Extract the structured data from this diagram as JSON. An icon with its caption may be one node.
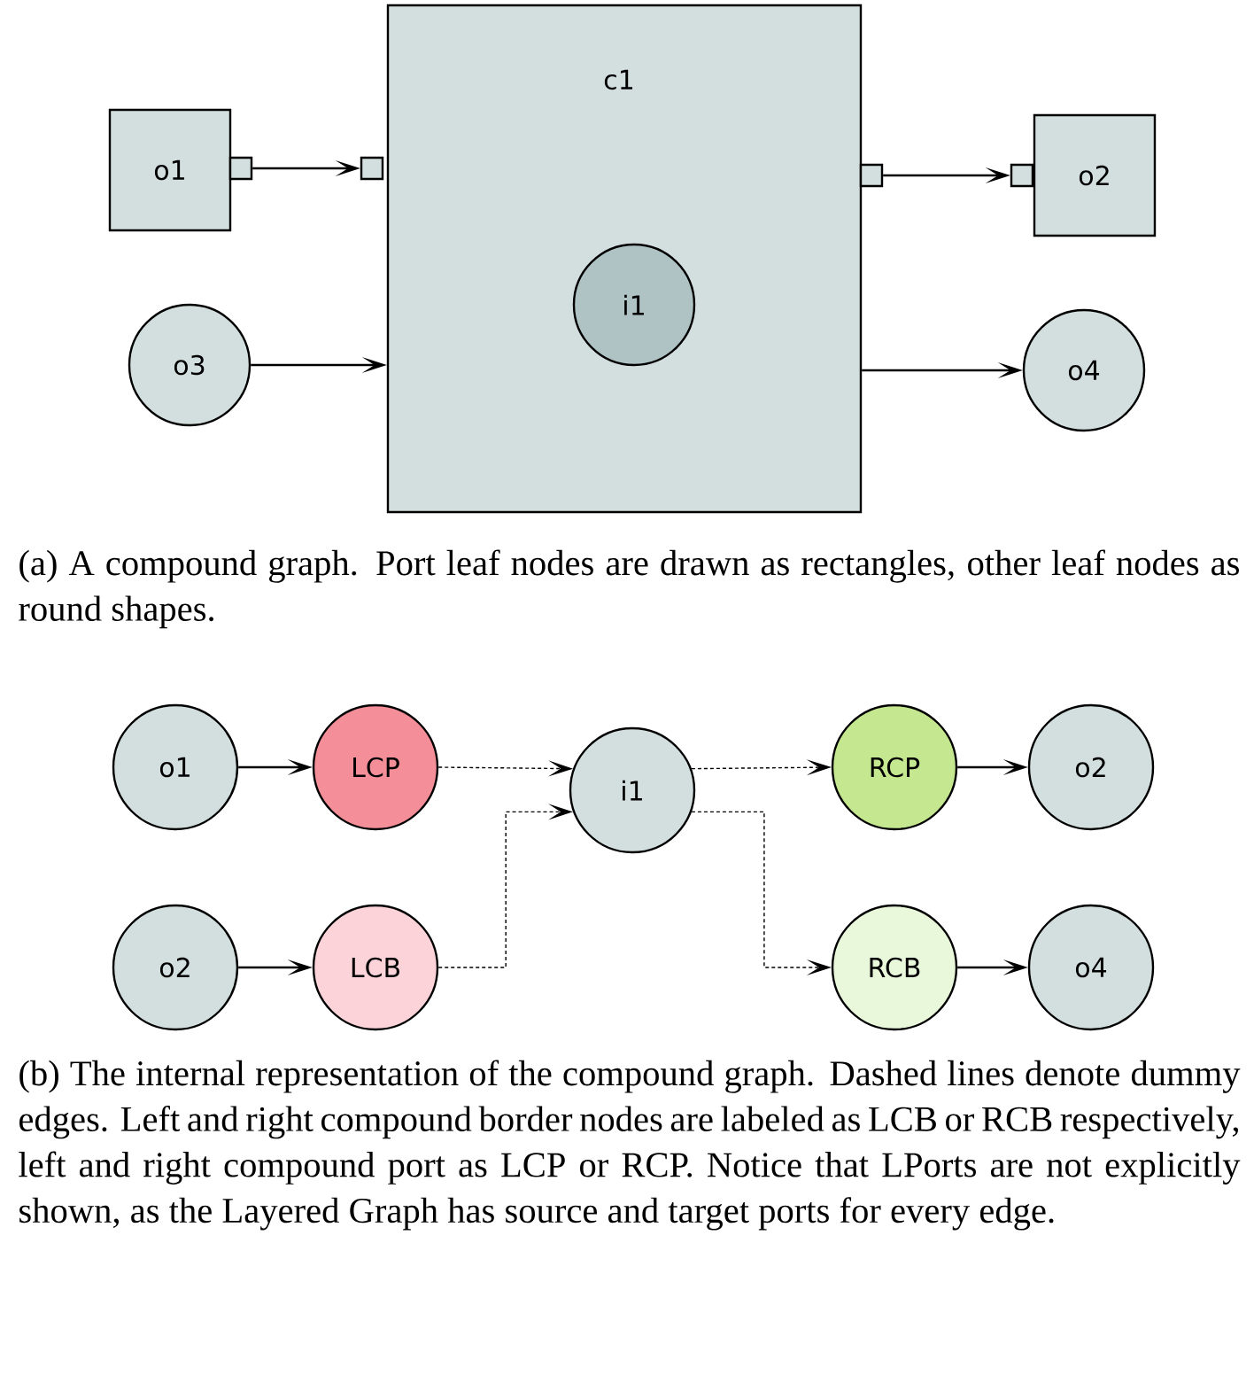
{
  "diagram": {
    "nodes": [
      {
        "text": [
          "c1"
        ]
      },
      {
        "text": [
          "o1"
        ]
      },
      {
        "text": [],
        "shape": "box"
      },
      {
        "text": [],
        "shape": "box"
      },
      {
        "text": [],
        "shape": "box"
      },
      {
        "text": [],
        "shape": "box"
      },
      {
        "text": [
          "o2"
        ]
      },
      {
        "text": [
          "o3"
        ]
      },
      {
        "text": [
          "i1"
        ],
        "in": 0
      },
      {
        "text": [
          "o4"
        ]
      },
      {
        "text": [
          "o1"
        ]
      },
      {
        "text": [
          "LCP"
        ]
      },
      {
        "text": [
          "i1"
        ]
      },
      {
        "text": [
          "RCP"
        ]
      },
      {
        "text": [
          "o2"
        ]
      },
      {
        "text": [
          "o2"
        ]
      },
      {
        "text": [
          "LCB"
        ]
      },
      {
        "text": [
          "RCB"
        ]
      },
      {
        "text": [
          "o4"
        ]
      }
    ],
    "edges": [
      {
        "from": 2,
        "to": 3,
        "arrow": "to"
      },
      {
        "from": 4,
        "to": 5,
        "arrow": "to"
      },
      {
        "from": 7,
        "to": 0,
        "arrow": "to"
      },
      {
        "from": 0,
        "to": 9,
        "arrow": "to"
      },
      {
        "from": 10,
        "to": 11,
        "arrow": "to"
      },
      {
        "from": 11,
        "to": 12,
        "arrow": "to",
        "style": "dashed"
      },
      {
        "from": 12,
        "to": 13,
        "arrow": "to",
        "style": "dashed"
      },
      {
        "from": 13,
        "to": 14,
        "arrow": "to"
      },
      {
        "from": 15,
        "to": 16,
        "arrow": "to"
      },
      {
        "from": 16,
        "to": 12,
        "arrow": "to",
        "style": "dashed"
      },
      {
        "from": 12,
        "to": 17,
        "arrow": "to",
        "style": "dashed"
      },
      {
        "from": 17,
        "to": 18,
        "arrow": "to"
      }
    ],
    "labels": [
      "(a) A compound graph. Port leaf nodes are drawn as rectangles, other leaf nodes as round shapes.",
      "(b) The internal representation of the compound graph. Dashed lines denote dummy edges. Left and right compound border nodes are labeled as LCB or RCB respectively, left and right compound port as LCP or RCP. Notice that LPorts are not explicitly shown, as the Layered Graph has source and target ports for every edge."
    ]
  }
}
